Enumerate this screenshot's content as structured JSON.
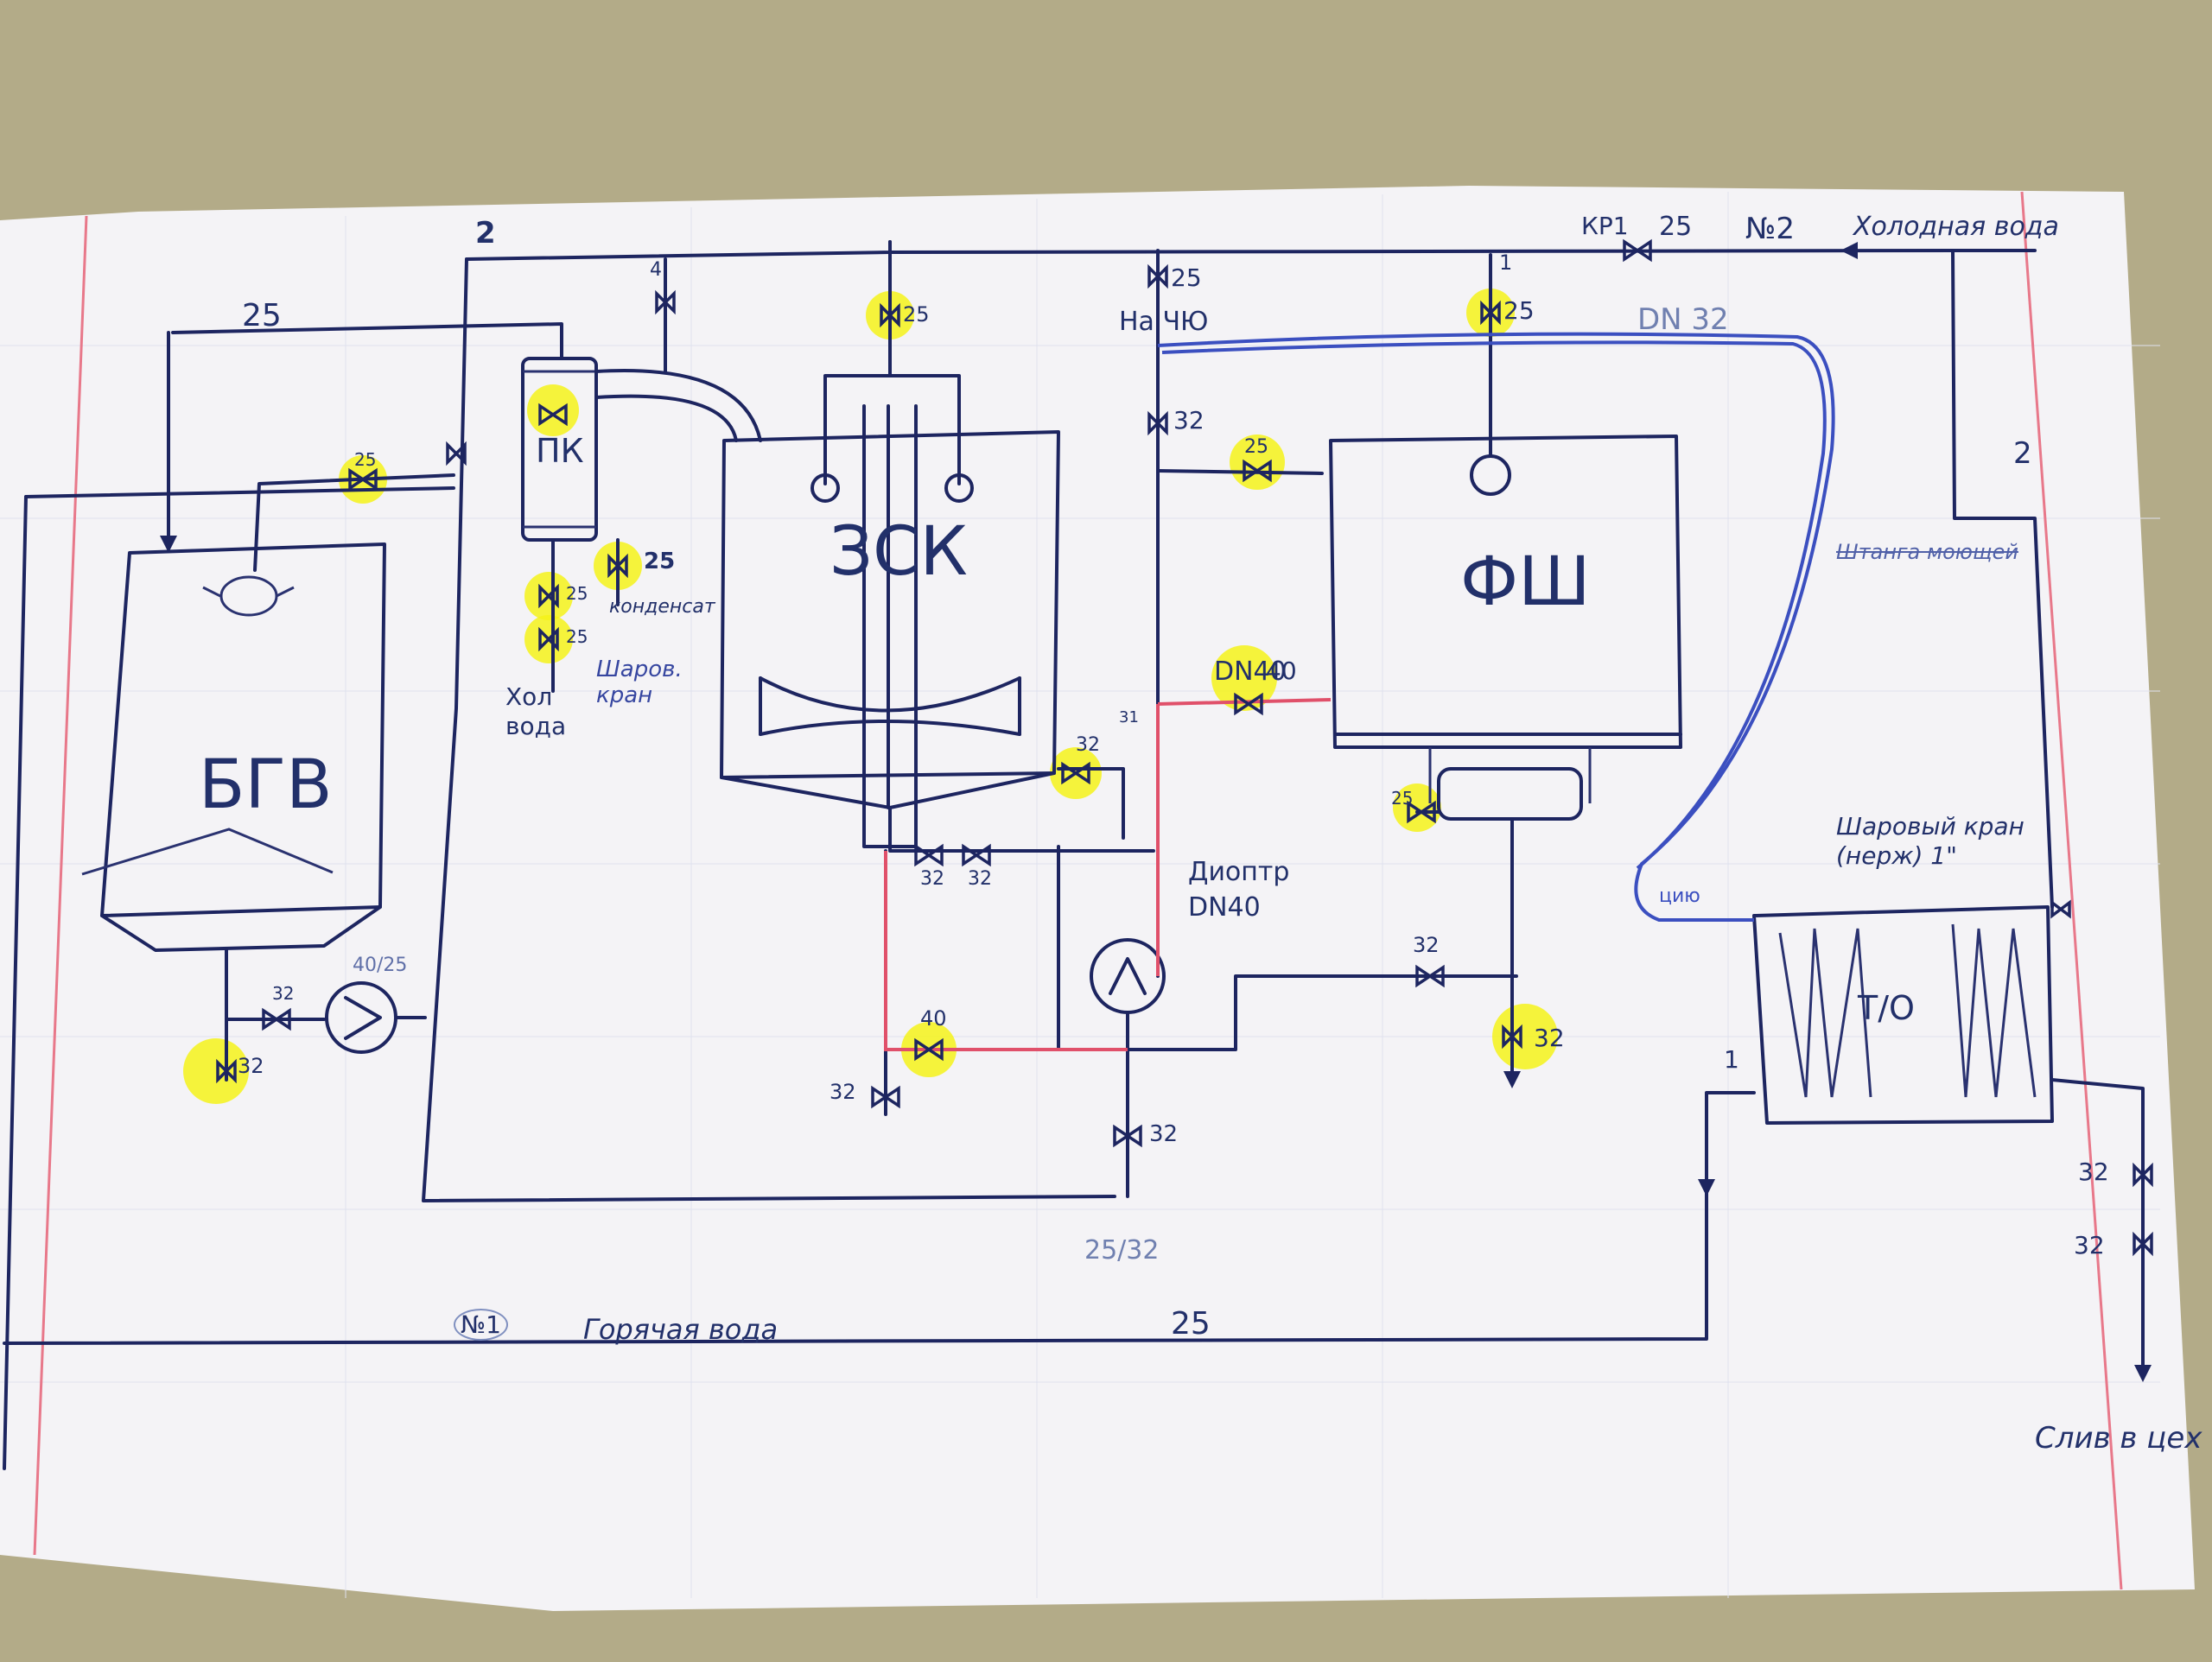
{
  "vessels": {
    "bgv": "БГВ",
    "zsk": "ЗСК",
    "fsh": "ФШ",
    "pk": "ПК",
    "to": "Т/О"
  },
  "labels": {
    "line_2_top": "2",
    "line_2_right": "2",
    "line_1_top": "1",
    "line_1_right": "1",
    "line_4": "4",
    "cold_water": "Холодная вода",
    "line_no2": "№2",
    "hot_water": "Горячая вода",
    "line_no1": "№1",
    "hol_voda": "Хол вода",
    "kondensat": "конденсат",
    "sharov_kran": "Шаров. кран",
    "na_cip": "На ЧЮ",
    "dn32": "DN 32",
    "dn40": "DN40",
    "dioptr": "Диоптр DN40",
    "ball_valve_note": "Шаровый кран (нерж) 1\"",
    "strike_note": "Штанга моющей",
    "sliv": "Слив в цех",
    "kp": "КР1",
    "pump_note": "40/25",
    "bottom_note": "25/32",
    "cip": "цию"
  },
  "sizes": {
    "s25_top": "25",
    "s25_bottom": "25",
    "v25_bgv": "25",
    "v32_bgv_a": "32",
    "v32_bgv_b": "32",
    "v25_pk_a": "25",
    "v25_pk_b": "25",
    "v25_pk_c": "25",
    "v25_zsk": "25",
    "v25_cip": "25",
    "v32_cip": "32",
    "v25_fsh_side": "25",
    "v25_fsh_top": "25",
    "v25_cold": "25",
    "v40_dn": "40",
    "v32_zsk_out": "32",
    "v32_pipe_a": "32",
    "v32_pipe_b": "32",
    "v40_red": "40",
    "v32_left": "32",
    "v32_pump": "32",
    "v25_fsh_bottom": "25",
    "v32_fsh_line": "32",
    "v32_fsh_drain": "32",
    "v32_drain_a": "32",
    "v32_drain_b": "32",
    "v31": "31"
  },
  "colors": {
    "ink": "#1d2560",
    "red_line": "#e0506a",
    "blue_line": "#3b4fc0",
    "highlight": "#f4f21a",
    "paper": "#f4f3f6",
    "background": "#b3ab88"
  }
}
